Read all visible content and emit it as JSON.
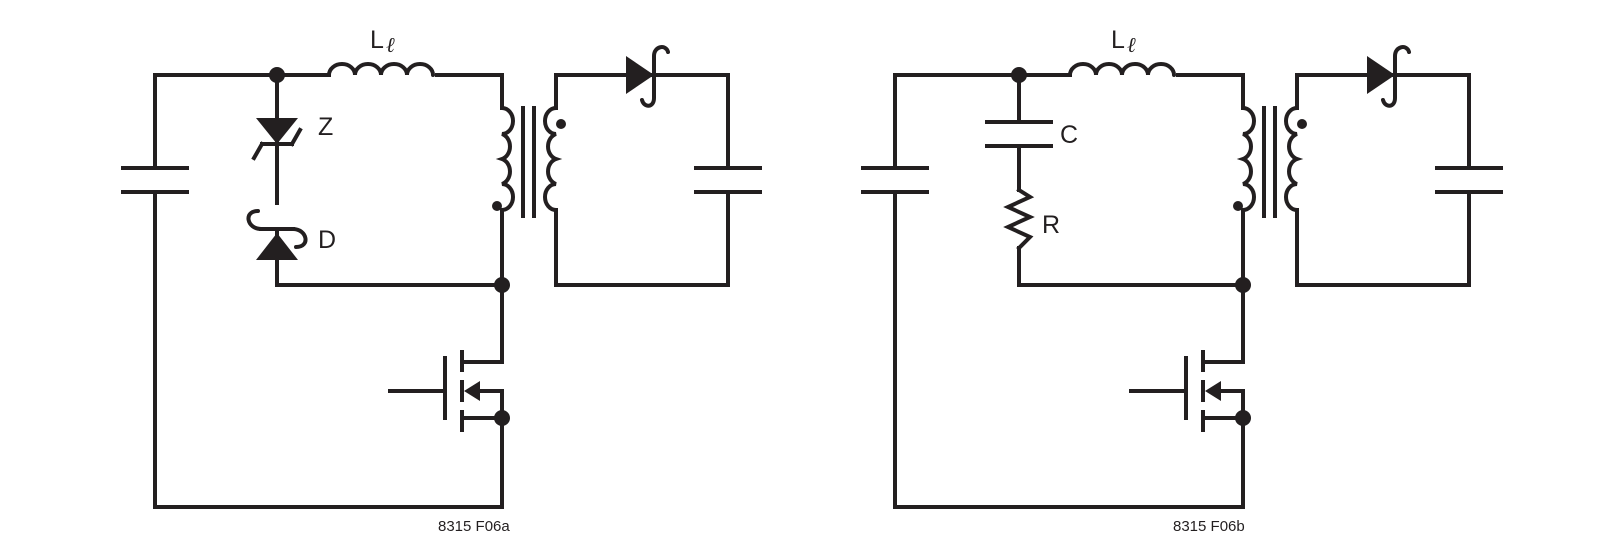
{
  "circuit_a": {
    "inductor_label": "L",
    "inductor_subscript": "ℓ",
    "zener_label": "Z",
    "diode_label": "D",
    "caption": "8315 F06a"
  },
  "circuit_b": {
    "inductor_label": "L",
    "inductor_subscript": "ℓ",
    "capacitor_label": "C",
    "resistor_label": "R",
    "caption": "8315 F06b"
  },
  "colors": {
    "ink": "#231f20",
    "background": "#ffffff"
  }
}
